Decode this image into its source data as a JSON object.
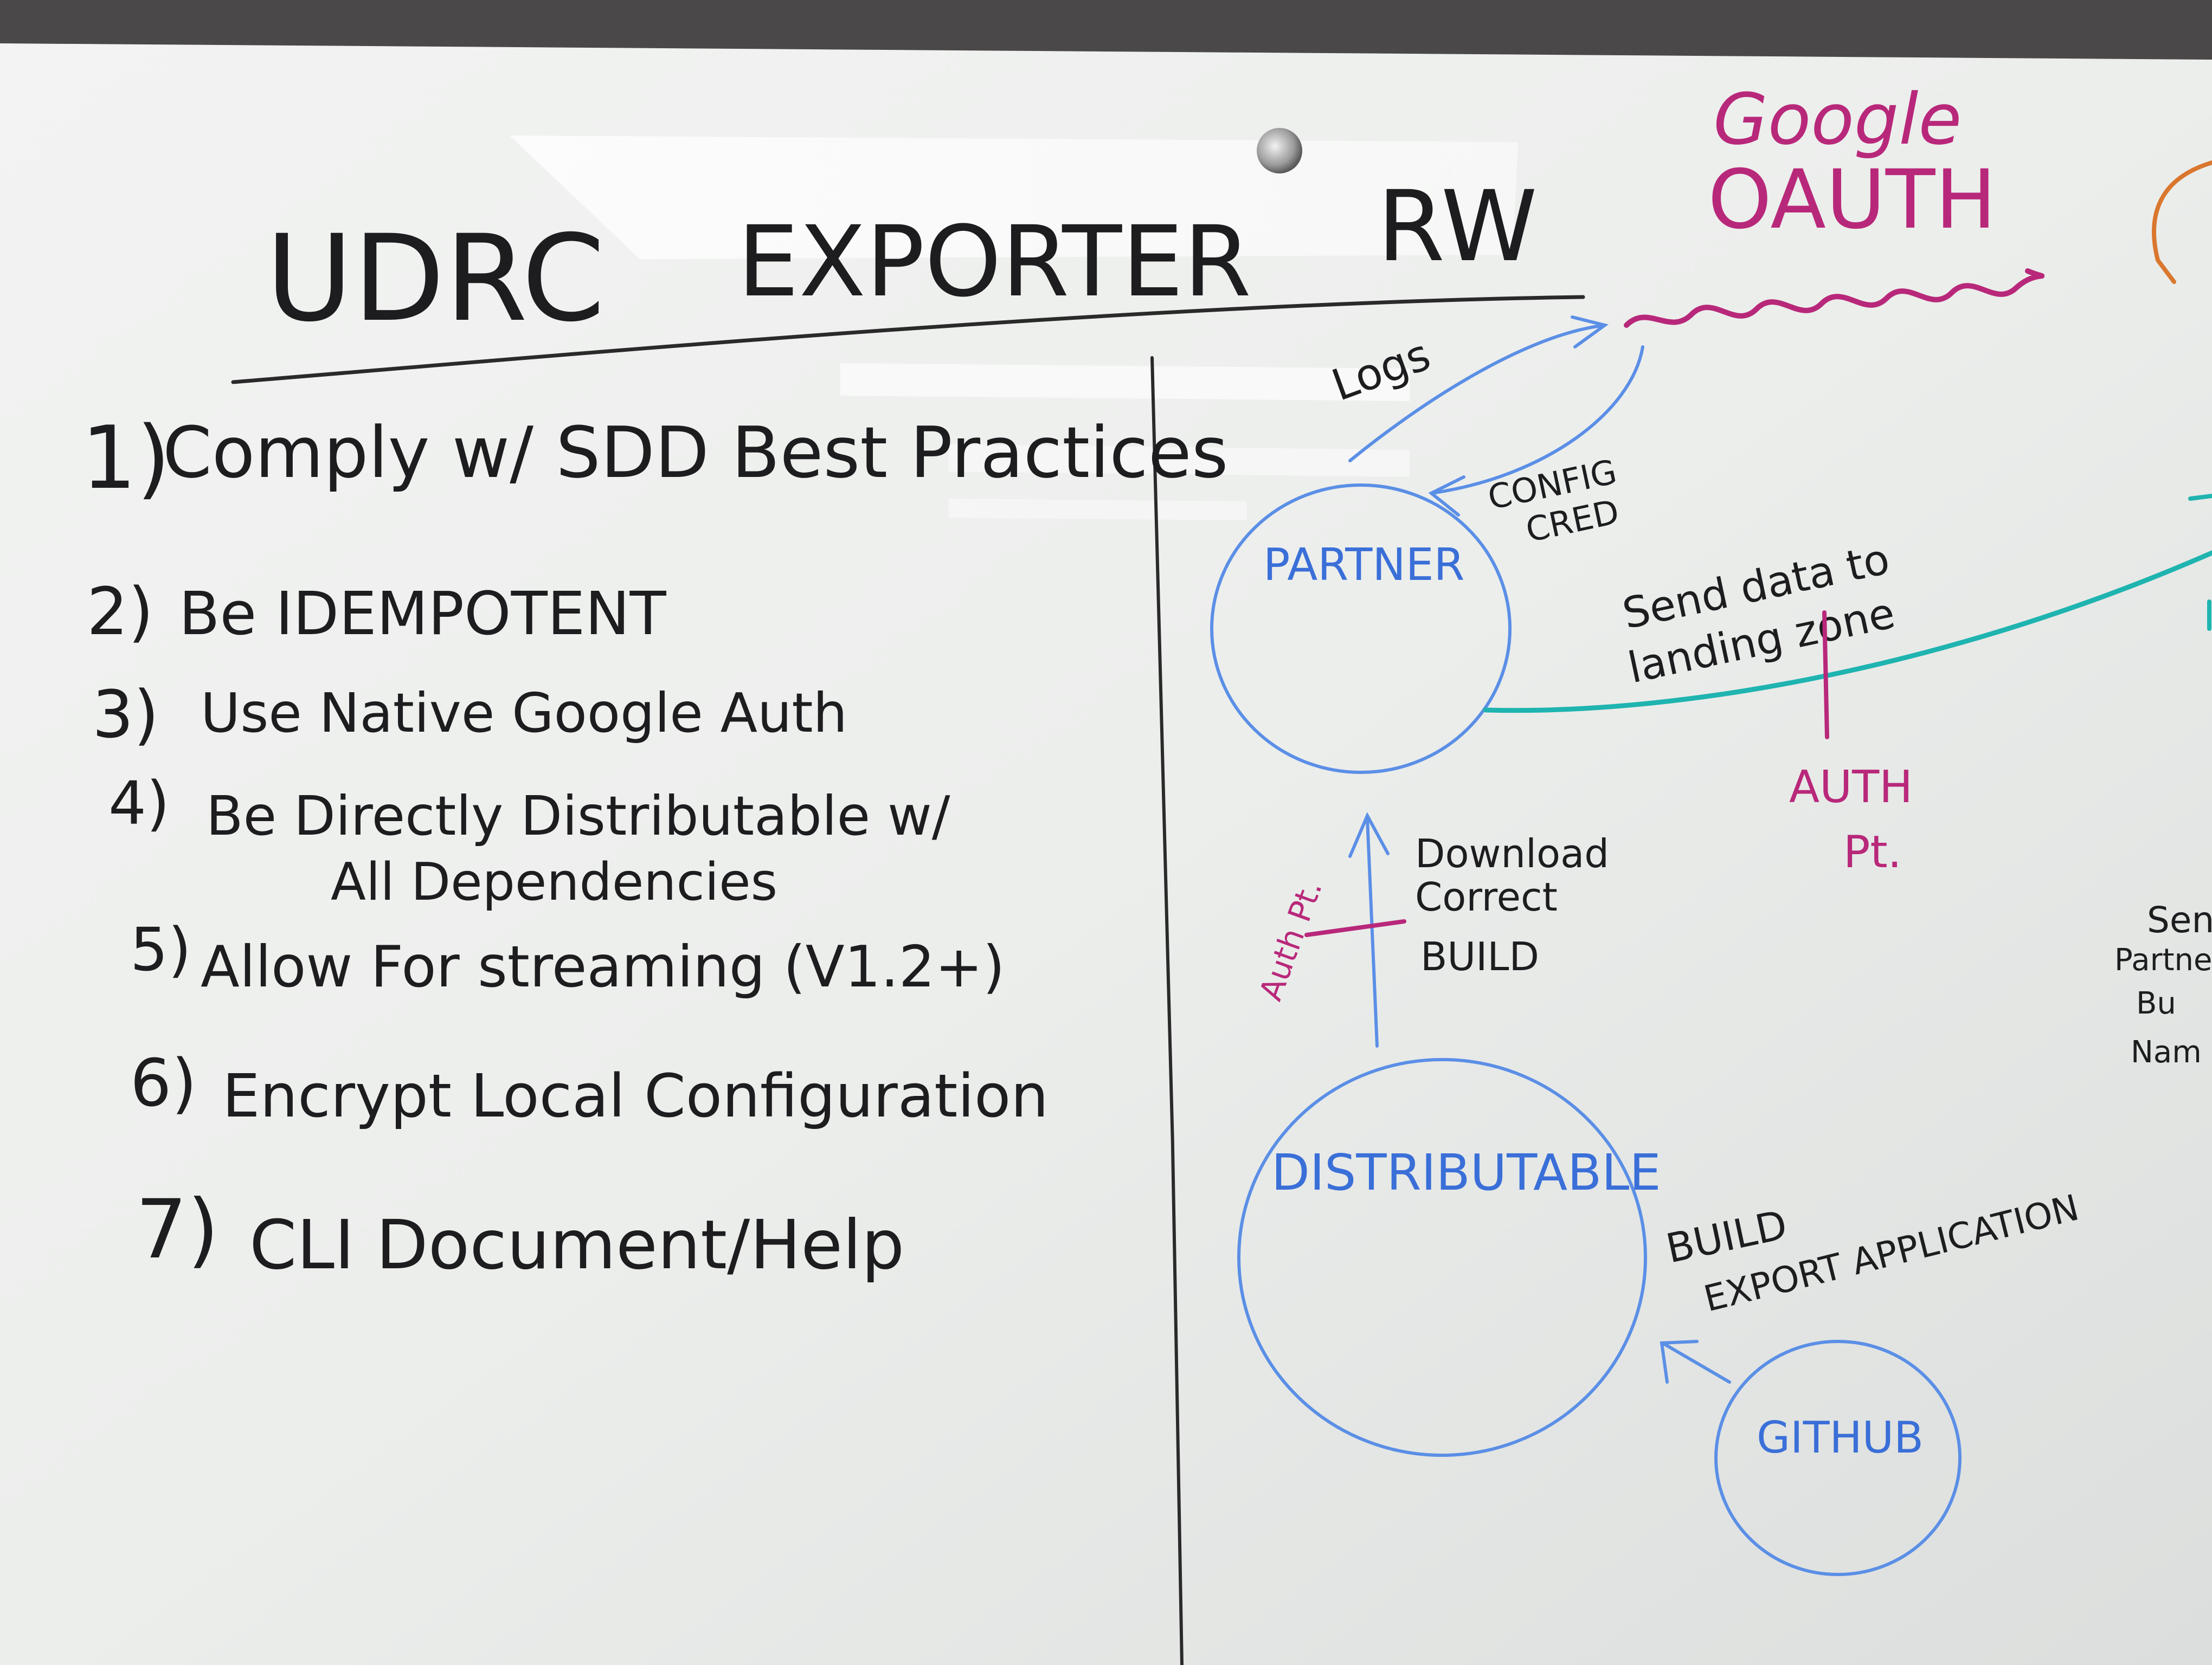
{
  "title": {
    "part1": "UDRC",
    "part2": "EXPORTER",
    "part3": "RW"
  },
  "google_oauth": {
    "line1": "Google",
    "line2": "OAUTH"
  },
  "requirements": [
    {
      "number": "1)",
      "text": "Comply w/ SDD Best Practices"
    },
    {
      "number": "2)",
      "text": "Be IDEMPOTENT"
    },
    {
      "number": "3)",
      "text": "Use Native Google Auth"
    },
    {
      "number": "4)",
      "text": "Be Directly Distributable w/",
      "text2": "All Dependencies"
    },
    {
      "number": "5)",
      "text": "Allow For streaming (V1.2+)"
    },
    {
      "number": "6)",
      "text": "Encrypt Local Configuration"
    },
    {
      "number": "7)",
      "text": "CLI Document/Help"
    }
  ],
  "diagram": {
    "logs": "Logs",
    "config_cred": {
      "line1": "CONFIG",
      "line2": "CRED"
    },
    "partner": "PARTNER",
    "send_data": {
      "line1": "Send data to",
      "line2": "landing zone"
    },
    "auth_pt": {
      "line1": "AUTH",
      "line2": "Pt."
    },
    "download": {
      "line1": "Download",
      "line2": "Correct",
      "line3": "BUILD"
    },
    "auth_pt_small": "Auth Pt.",
    "distributable": "DISTRIBUTABLE",
    "build_export": {
      "line1": "BUILD",
      "line2": "EXPORT APPLICATION"
    },
    "github": "GITHUB",
    "edge_text": {
      "line1": "Sen",
      "line2": "Partne",
      "line3": "Bu",
      "line4": "Nam"
    }
  },
  "colors": {
    "board": "#e9ebe9",
    "black_ink": "#1d1d1f",
    "blue_ink": "#3a6fd8",
    "magenta_ink": "#b8287a",
    "teal_ink": "#1fb4b0",
    "orange_ink": "#d9772e"
  }
}
